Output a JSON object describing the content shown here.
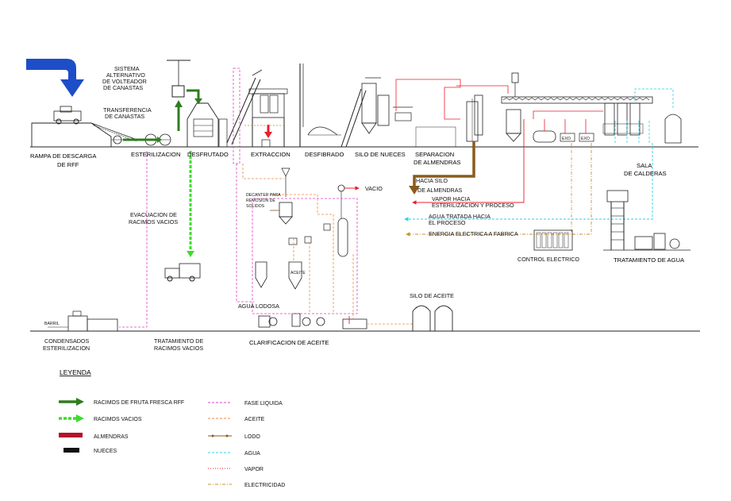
{
  "stations": {
    "rampa": "RAMPA DE DESCARGA",
    "rampa2": "DE RFF",
    "esterilizacion": "ESTERILIZACION",
    "desfrutado": "DESFRUTADO",
    "extraccion": "EXTRACCION",
    "desfibrado": "DESFIBRADO",
    "silo_nueces": "SILO DE NUECES",
    "separacion1": "SEPARACION",
    "separacion2": "DE ALMENDRAS",
    "sala1": "SALA",
    "sala2": "DE CALDERAS"
  },
  "labels": {
    "sistema": [
      "SISTEMA",
      "ALTERNATIVO",
      "DE VOLTEADOR",
      "DE CANASTAS"
    ],
    "transferencia": [
      "TRANSFERENCIA",
      "DE CANASTAS"
    ],
    "evacuacion": [
      "EVACUACION DE",
      "RACIMOS VACIOS"
    ],
    "decanter": [
      "DECANTER PARA",
      "REMOSION DE",
      "SOLIDOS"
    ],
    "vacio": "VACIO",
    "aceite_tank": "ACEITE",
    "agua_lodosa": "AGUA LODOSA",
    "silo_aceite": "SILO DE ACEITE",
    "barril": "BARRIL",
    "condensados": [
      "CONDENSADOS",
      "ESTERILIZACION"
    ],
    "tratamiento_racimos": [
      "TRATAMIENTO DE",
      "RACIMOS VACIOS"
    ],
    "clarificacion": "CLARIFICACION DE ACEITE",
    "hacia_silo": [
      "HACIA SILO",
      "DE ALMENDRAS"
    ],
    "vapor_hacia": [
      "VAPOR HACIA",
      "ESTERILIZACION Y PROCESO"
    ],
    "agua_hacia": [
      "AGUA TRATADA HACIA",
      "EL PROCESO"
    ],
    "energia": "ENERGIA ELECTRICA A FABRICA",
    "control": "CONTROL ELECTRICO",
    "tratamiento_agua": "TRATAMIENTO DE AGUA"
  },
  "legend": {
    "title": "LEYENDA",
    "left": [
      {
        "name": "RACIMOS DE FRUTA FRESCA RFF",
        "color": "#2e7d1e"
      },
      {
        "name": "RACIMOS VACIOS",
        "color": "#3ddc2c"
      },
      {
        "name": "ALMENDRAS",
        "color": "#b3122b"
      },
      {
        "name": "NUECES",
        "color": "#111111"
      }
    ],
    "right": [
      {
        "name": "FASE LIQUIDA",
        "color": "#e040c8"
      },
      {
        "name": "ACEITE",
        "color": "#f08a3c"
      },
      {
        "name": "LODO",
        "color": "#8a5a1e"
      },
      {
        "name": "AGUA",
        "color": "#2ad0e8"
      },
      {
        "name": "VAPOR",
        "color": "#e8202a"
      },
      {
        "name": "ELECTRICIDAD",
        "color": "#c8922c"
      }
    ]
  }
}
